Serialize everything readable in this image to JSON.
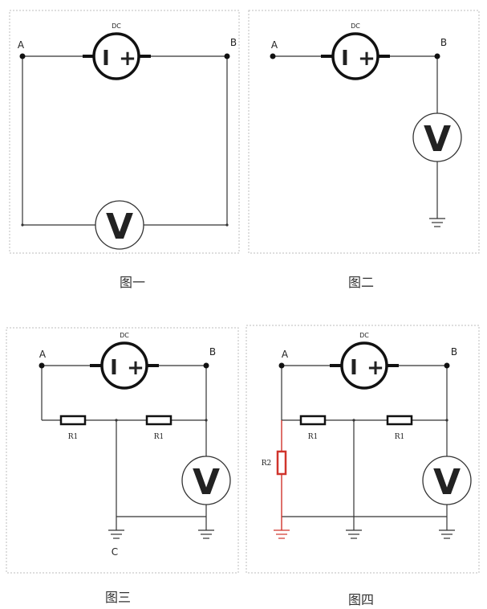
{
  "source_label": "DC",
  "node_labels": {
    "a": "A",
    "b": "B",
    "c": "C"
  },
  "source_glyphs": {
    "minus": "I",
    "plus": "+"
  },
  "meter_symbol": "V",
  "resistor_r1": "R1",
  "resistor_r2": "R2",
  "captions": [
    "图一",
    "图二",
    "图三",
    "图四"
  ],
  "colors": {
    "wire": "#333333",
    "frame": "#bdbdbd",
    "highlight": "#d0342c"
  }
}
